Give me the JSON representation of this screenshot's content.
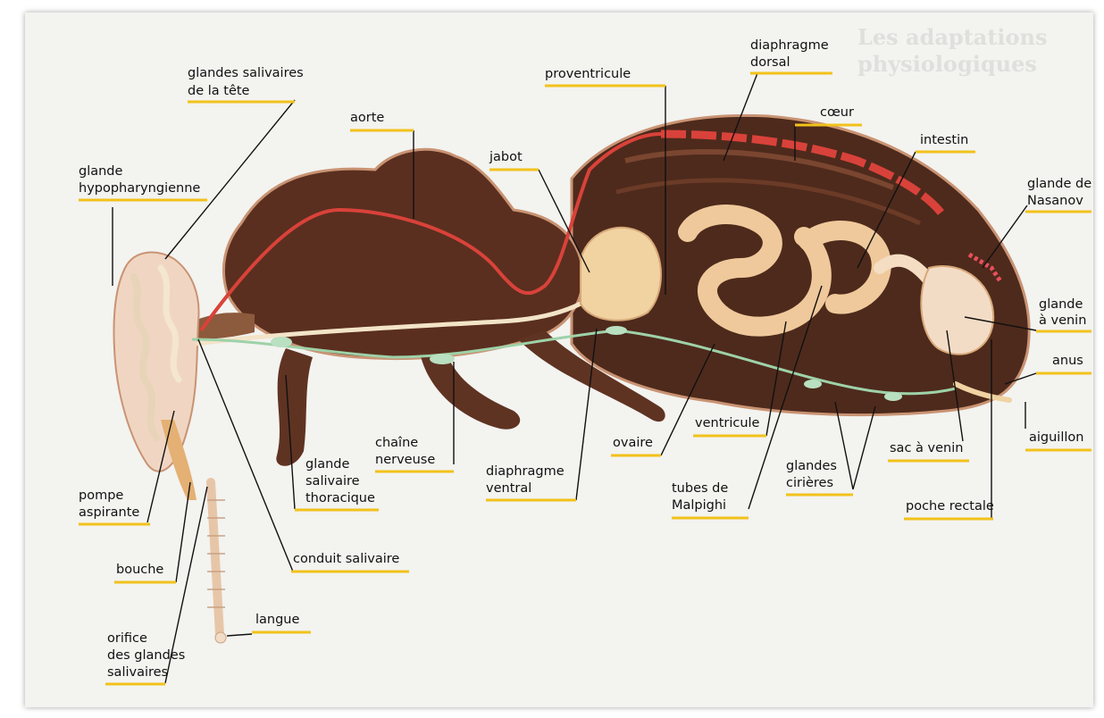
{
  "labels": {
    "glandes_salivaires_tete": [
      "glandes salivaires",
      "de la tête"
    ],
    "aorte": "aorte",
    "proventricule": "proventricule",
    "diaphragme_dorsal": [
      "diaphragme",
      "dorsal"
    ],
    "coeur": "cœur",
    "intestin": "intestin",
    "glande_nasanov": [
      "glande de",
      "Nasanov"
    ],
    "jabot": "jabot",
    "glande_hypopharyngienne": [
      "glande",
      "hypopharyngienne"
    ],
    "glande_venin": [
      "glande",
      "à venin"
    ],
    "anus": "anus",
    "aiguillon": "aiguillon",
    "chaine_nerveuse": [
      "chaîne",
      "nerveuse"
    ],
    "glande_salivaire_thoracique": [
      "glande",
      "salivaire",
      "thoracique"
    ],
    "diaphragme_ventral": [
      "diaphragme",
      "ventral"
    ],
    "ovaire": "ovaire",
    "ventricule": "ventricule",
    "tubes_malpighi": [
      "tubes de",
      "Malpighi"
    ],
    "glandes_cirieres": [
      "glandes",
      "cirières"
    ],
    "sac_venin": "sac à venin",
    "poche_rectale": "poche rectale",
    "pompe_aspirante": [
      "pompe",
      "aspirante"
    ],
    "bouche": "bouche",
    "conduit_salivaire": "conduit salivaire",
    "langue": "langue",
    "orifice_glandes": [
      "orifice",
      "des glandes",
      "salivaires"
    ]
  },
  "background_text": {
    "heading": [
      "Les adaptations",
      "physiologiques"
    ]
  },
  "colors": {
    "underline": "#f2c21b",
    "body_dark": "#4e2a1c",
    "body_mid": "#6a3a24",
    "vessel": "#d9423a",
    "gut": "#f3d3a6",
    "nerve": "#9ed2a8"
  }
}
